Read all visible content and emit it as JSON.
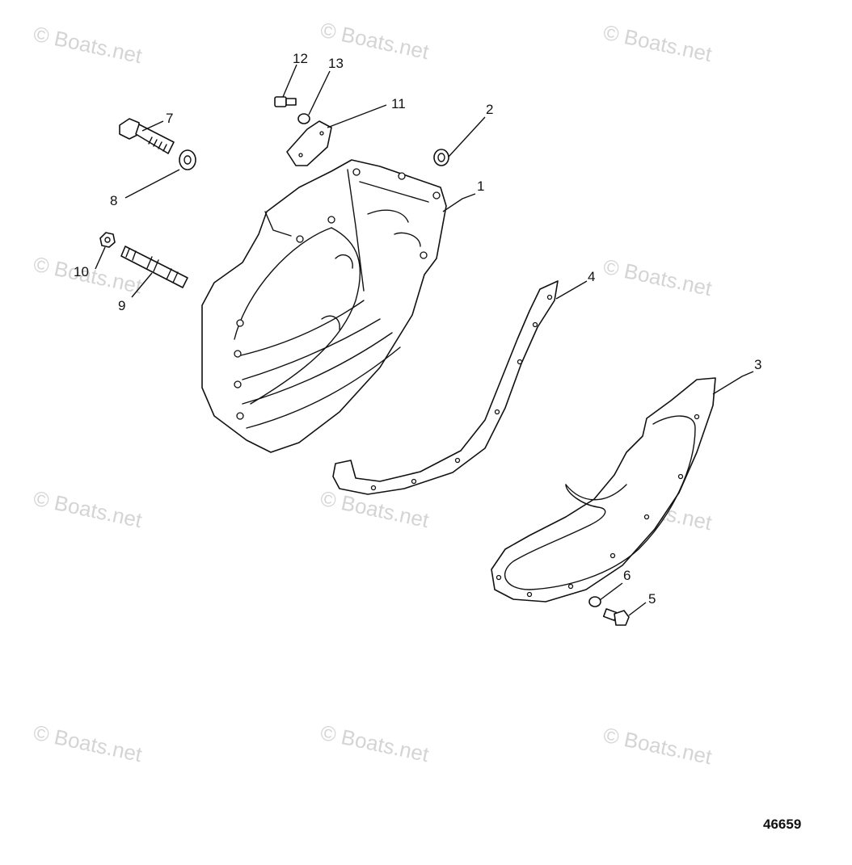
{
  "diagram": {
    "watermark_text": "© Boats.net",
    "figure_number": "46659",
    "callouts": [
      {
        "id": "1",
        "label": "1"
      },
      {
        "id": "2",
        "label": "2"
      },
      {
        "id": "3",
        "label": "3"
      },
      {
        "id": "4",
        "label": "4"
      },
      {
        "id": "5",
        "label": "5"
      },
      {
        "id": "6",
        "label": "6"
      },
      {
        "id": "7",
        "label": "7"
      },
      {
        "id": "8",
        "label": "8"
      },
      {
        "id": "9",
        "label": "9"
      },
      {
        "id": "10",
        "label": "10"
      },
      {
        "id": "11",
        "label": "11"
      },
      {
        "id": "12",
        "label": "12"
      },
      {
        "id": "13",
        "label": "13"
      }
    ]
  }
}
